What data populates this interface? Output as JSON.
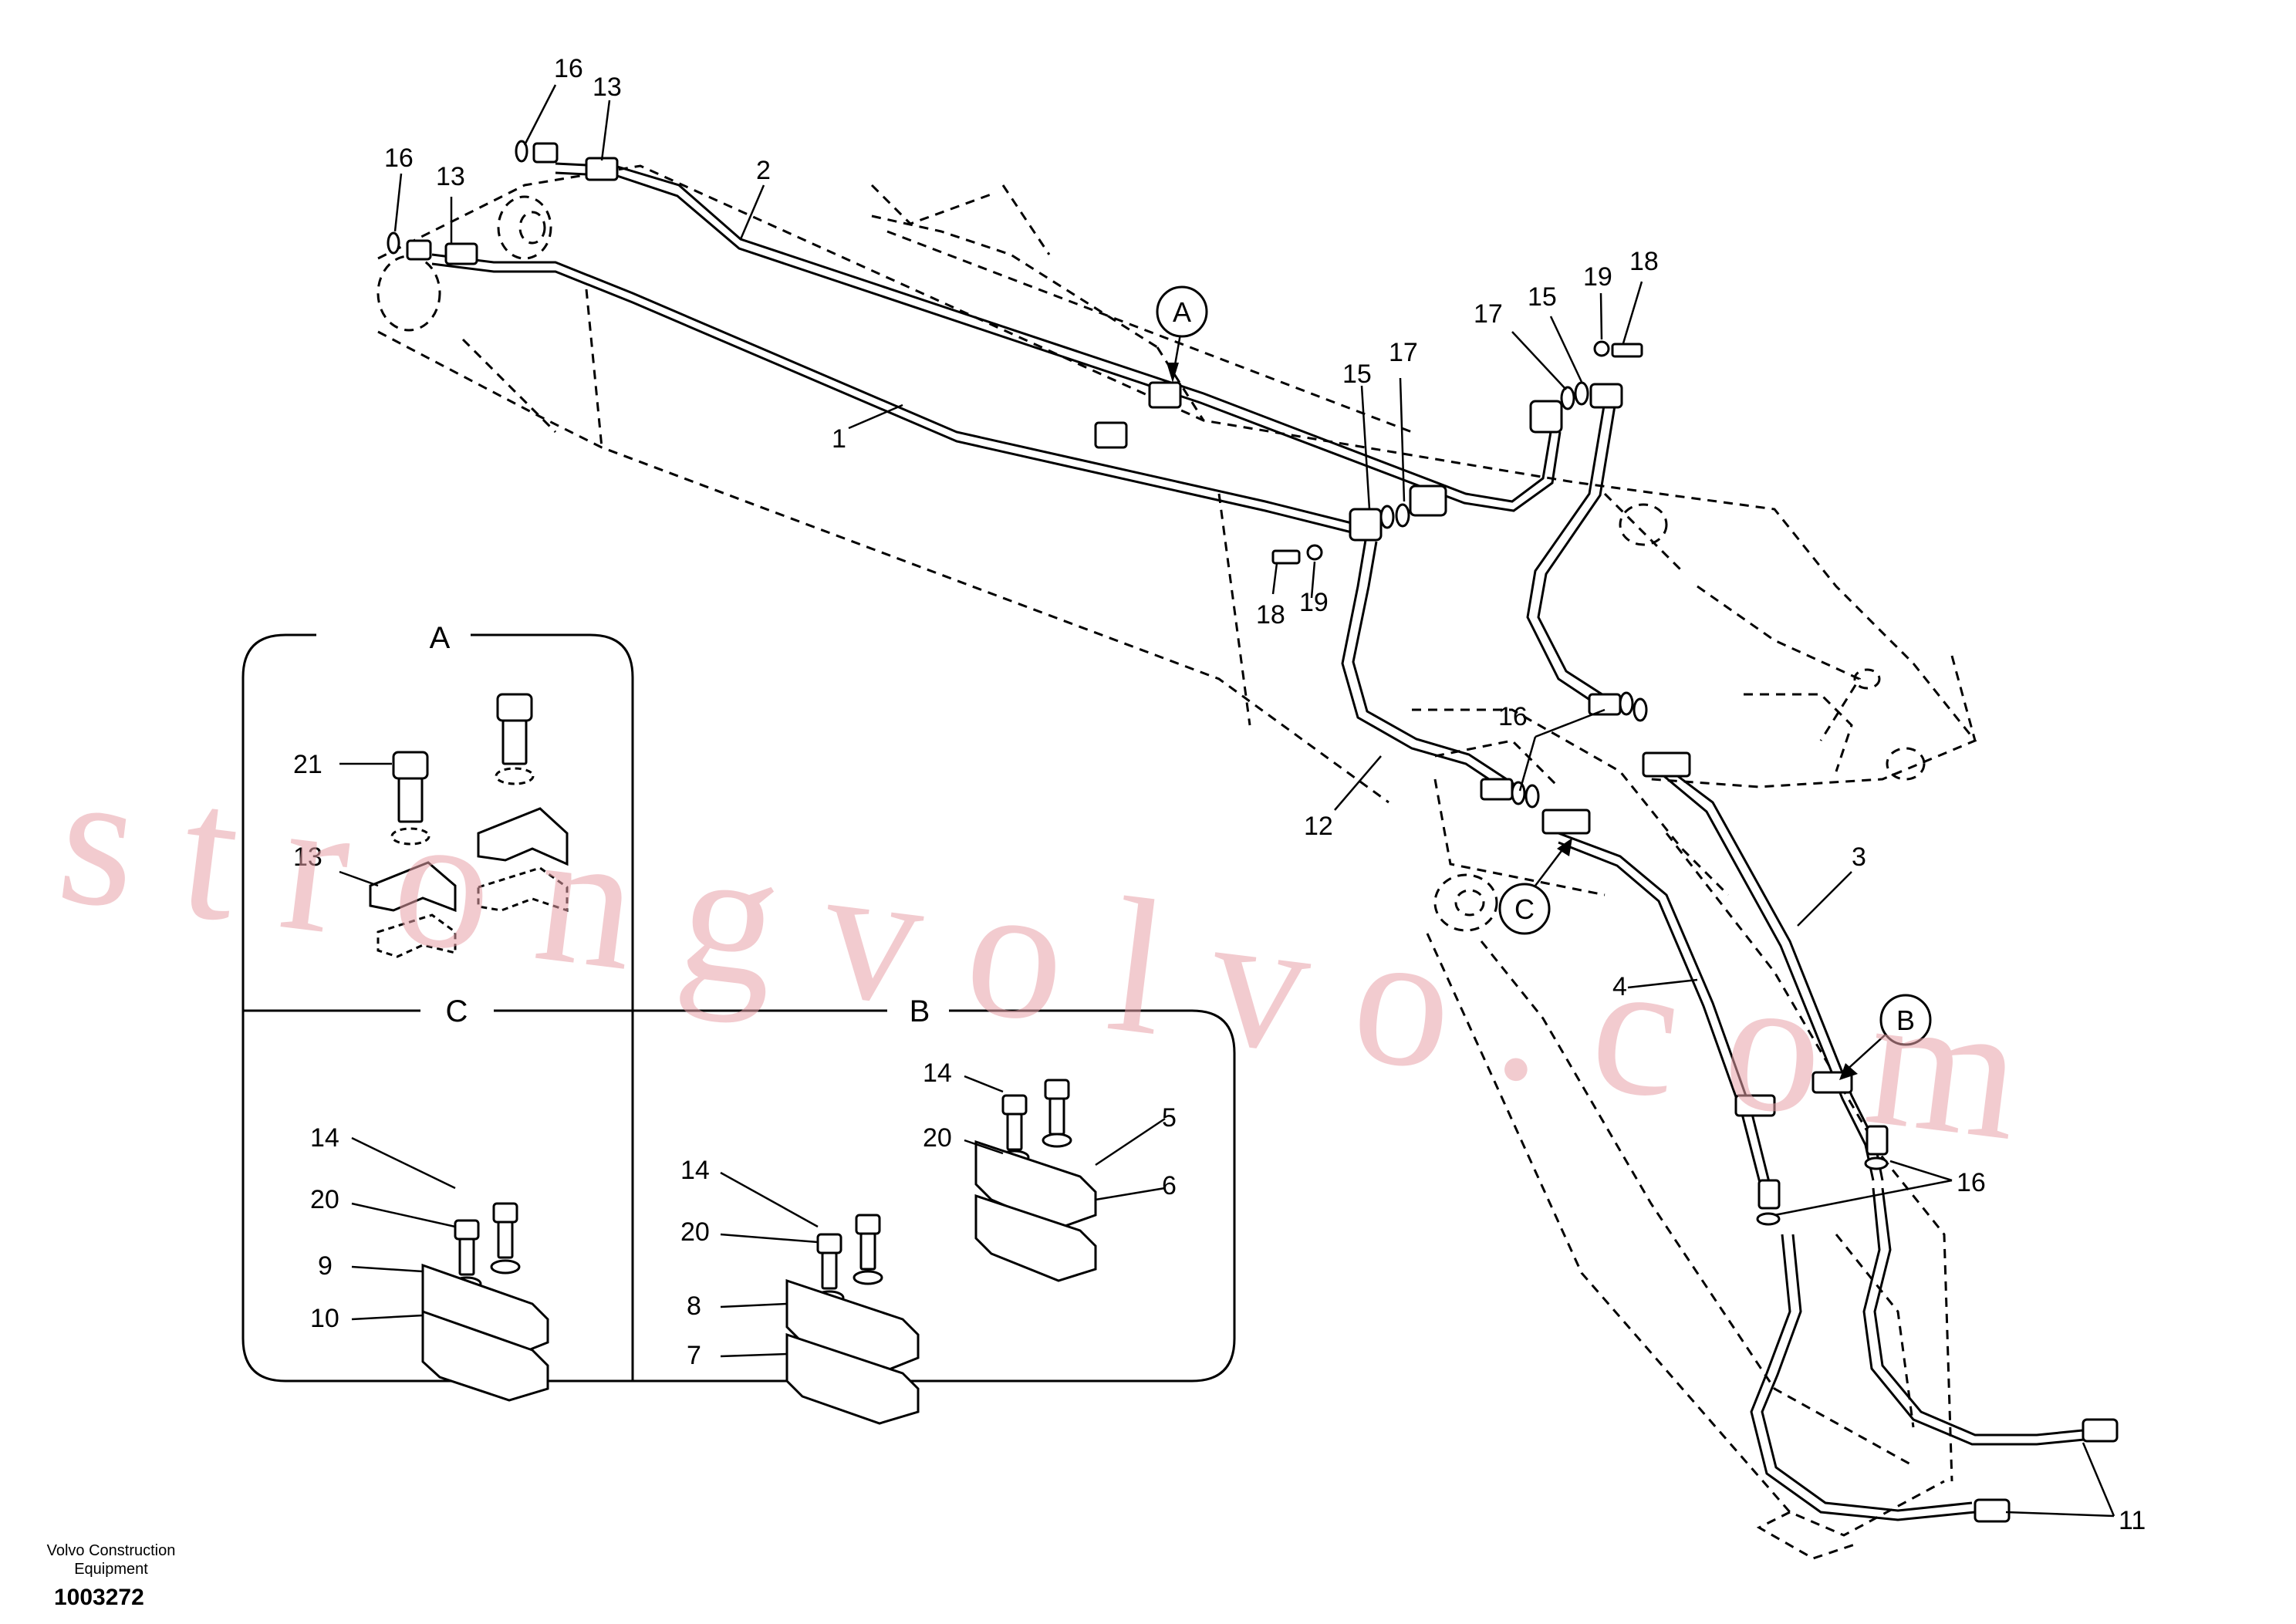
{
  "callouts": {
    "n1": "1",
    "n2": "2",
    "n3": "3",
    "n4": "4",
    "n5": "5",
    "n6": "6",
    "n7": "7",
    "n8": "8",
    "n9": "9",
    "n10": "10",
    "n11": "11",
    "n12": "12",
    "n13": "13",
    "n14": "14",
    "n15": "15",
    "n16": "16",
    "n16c": "16",
    "n17": "17",
    "n18": "18",
    "n19": "19",
    "n20": "20",
    "n21": "21"
  },
  "detail_markers": {
    "a": "A",
    "b": "B",
    "c": "C"
  },
  "insets": {
    "a": "A",
    "b": "B",
    "c": "C"
  },
  "watermark": "strongvolvo.com",
  "footer": {
    "brand_line1": "Volvo Construction",
    "brand_line2": "Equipment",
    "drawing_number": "1003272"
  },
  "colors": {
    "line": "#000000",
    "watermark": "#e8a0a8",
    "background": "#ffffff"
  }
}
